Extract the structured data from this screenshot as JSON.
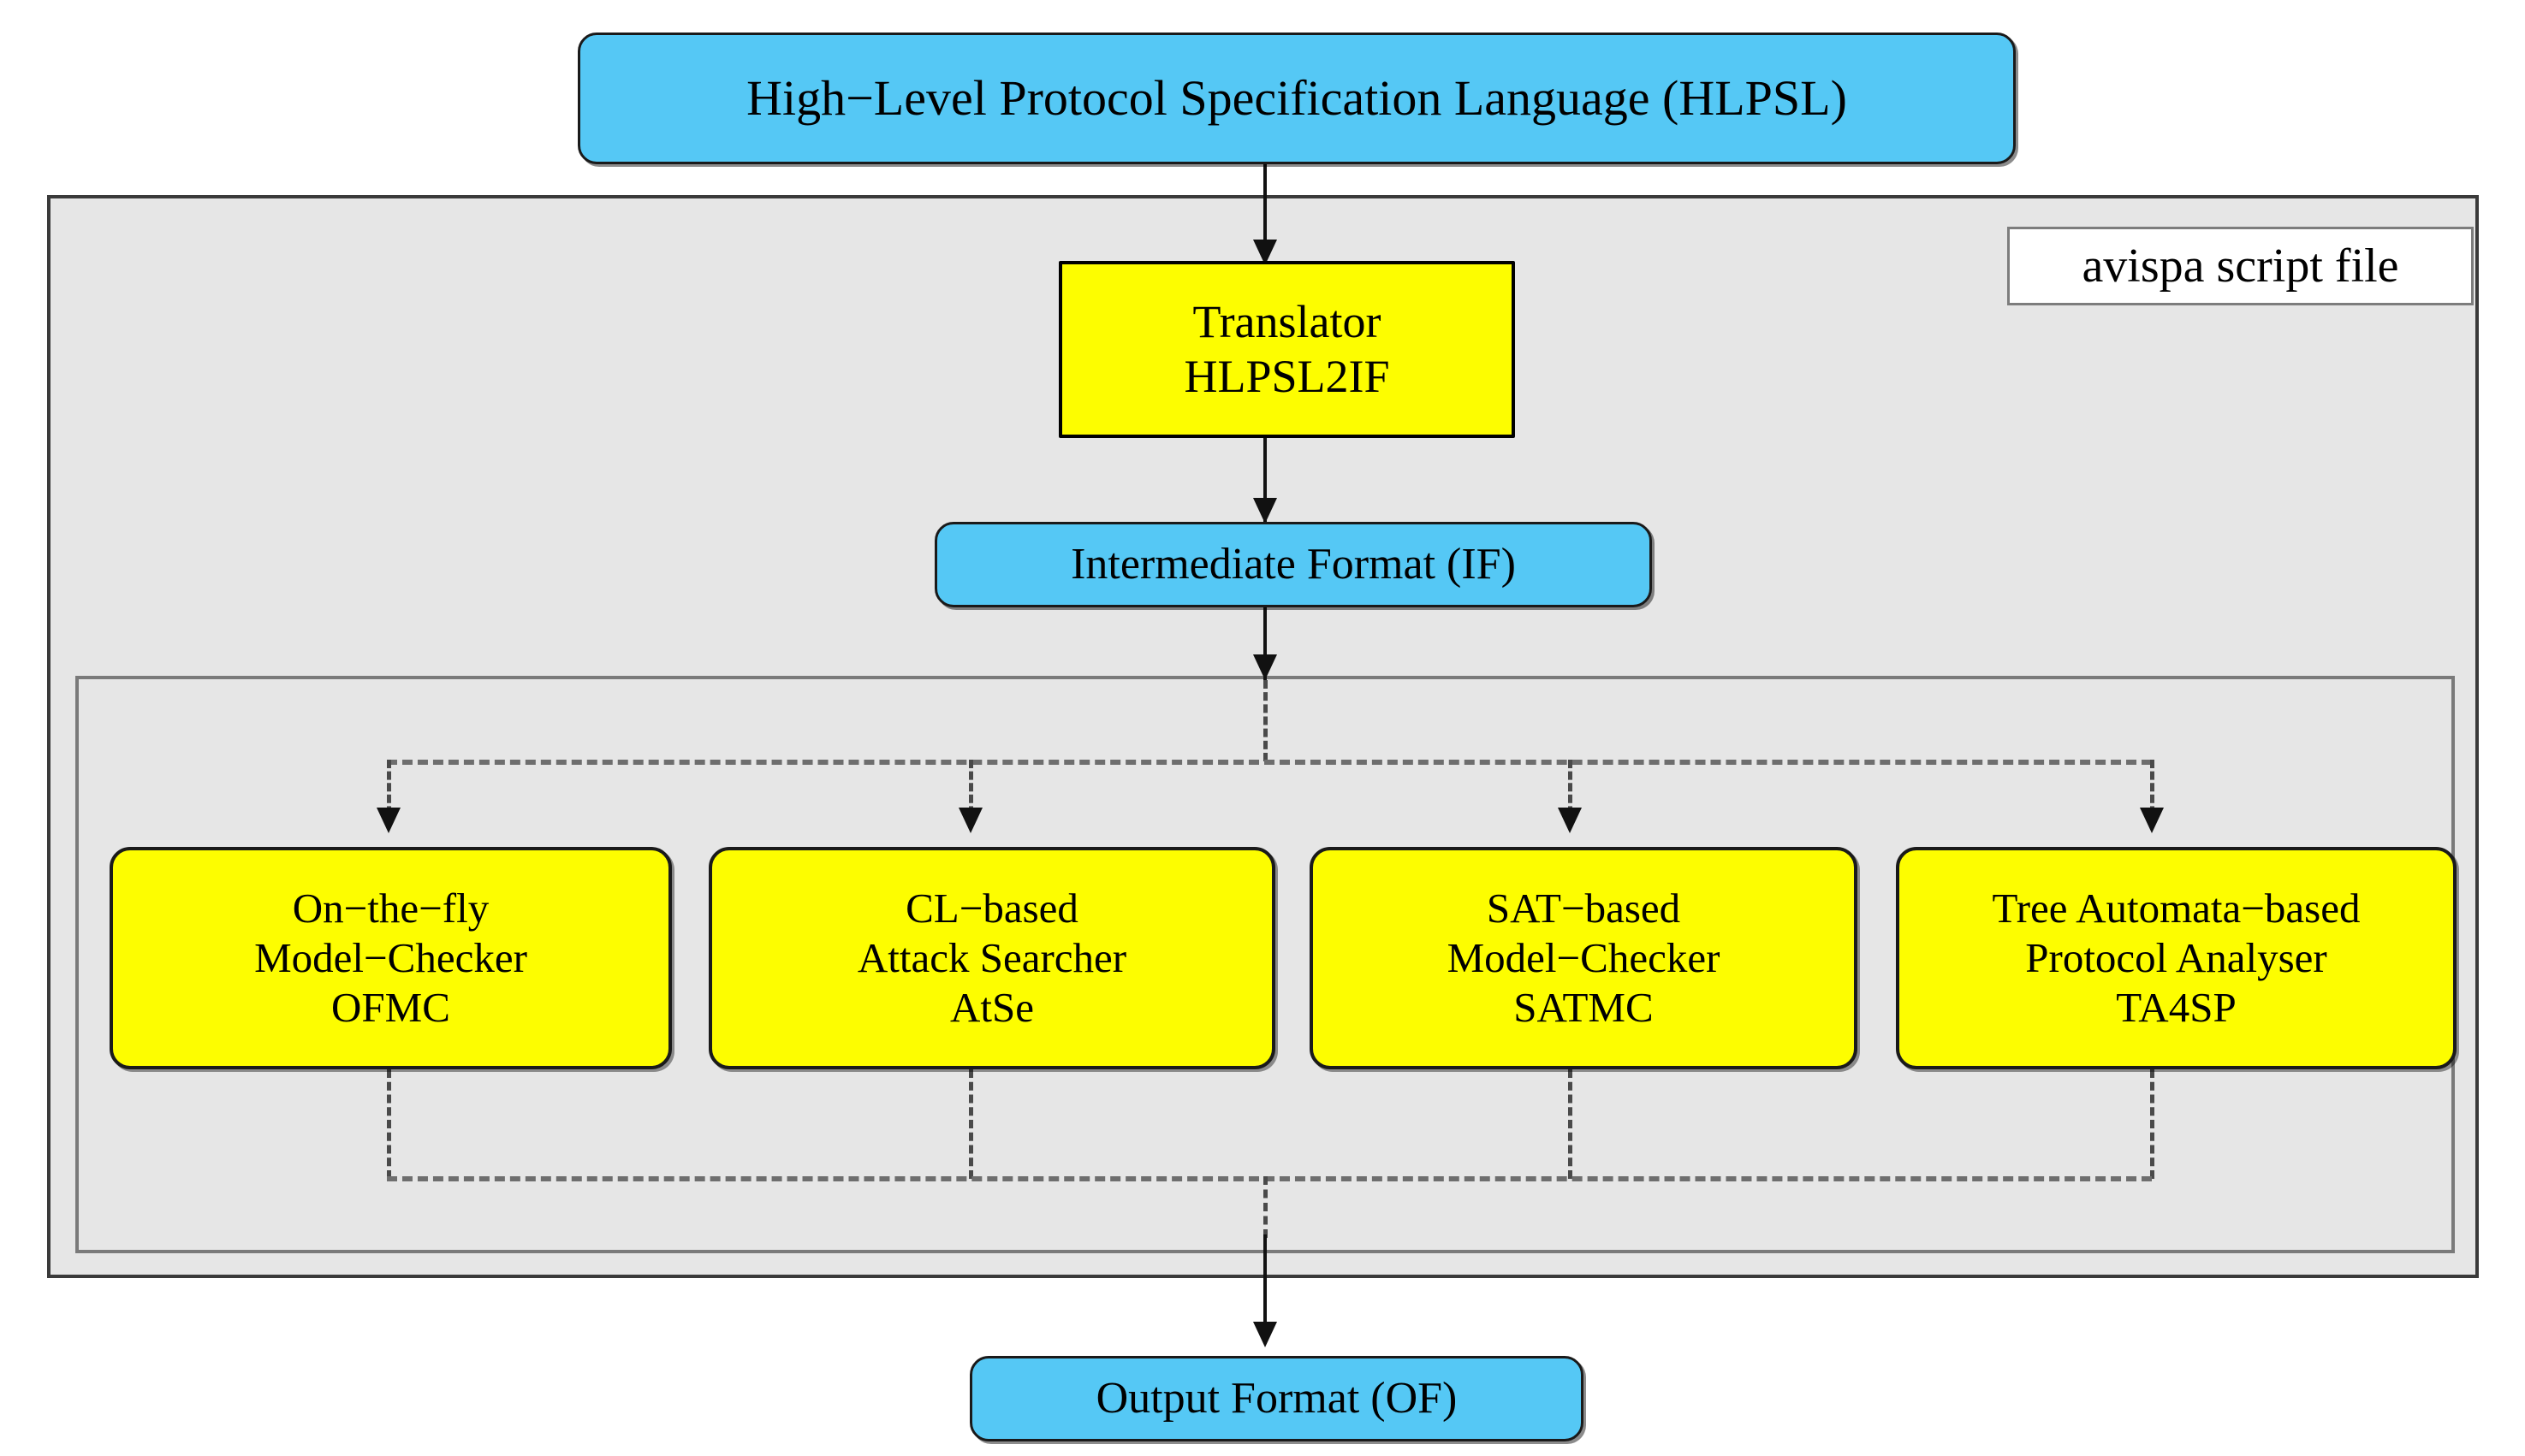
{
  "diagram": {
    "title_box": {
      "label": "High−Level Protocol Specification Language (HLPSL)"
    },
    "panel_caption": {
      "label": "avispa script file"
    },
    "translator": {
      "line1": "Translator",
      "line2": "HLPSL2IF"
    },
    "intermediate_format": {
      "label": "Intermediate Format (IF)"
    },
    "output_format": {
      "label": "Output Format (OF)"
    },
    "backends": [
      {
        "line1": "On−the−fly",
        "line2": "Model−Checker",
        "line3": "OFMC"
      },
      {
        "line1": "CL−based",
        "line2": "Attack Searcher",
        "line3": "AtSe"
      },
      {
        "line1": "SAT−based",
        "line2": "Model−Checker",
        "line3": "SATMC"
      },
      {
        "line1": "Tree Automata−based",
        "line2": "Protocol Analyser",
        "line3": "TA4SP"
      }
    ],
    "colors": {
      "blue_fill": "#55c8f5",
      "yellow_fill": "#fdfd00",
      "panel_fill": "#e6e6e6",
      "outer_border": "#3a3a3a",
      "inner_border": "#7a7a7a",
      "dash_line": "#6e6e6e",
      "arrow": "#111111",
      "caption_bg": "#ffffff",
      "caption_border": "#7d7d7d"
    }
  }
}
